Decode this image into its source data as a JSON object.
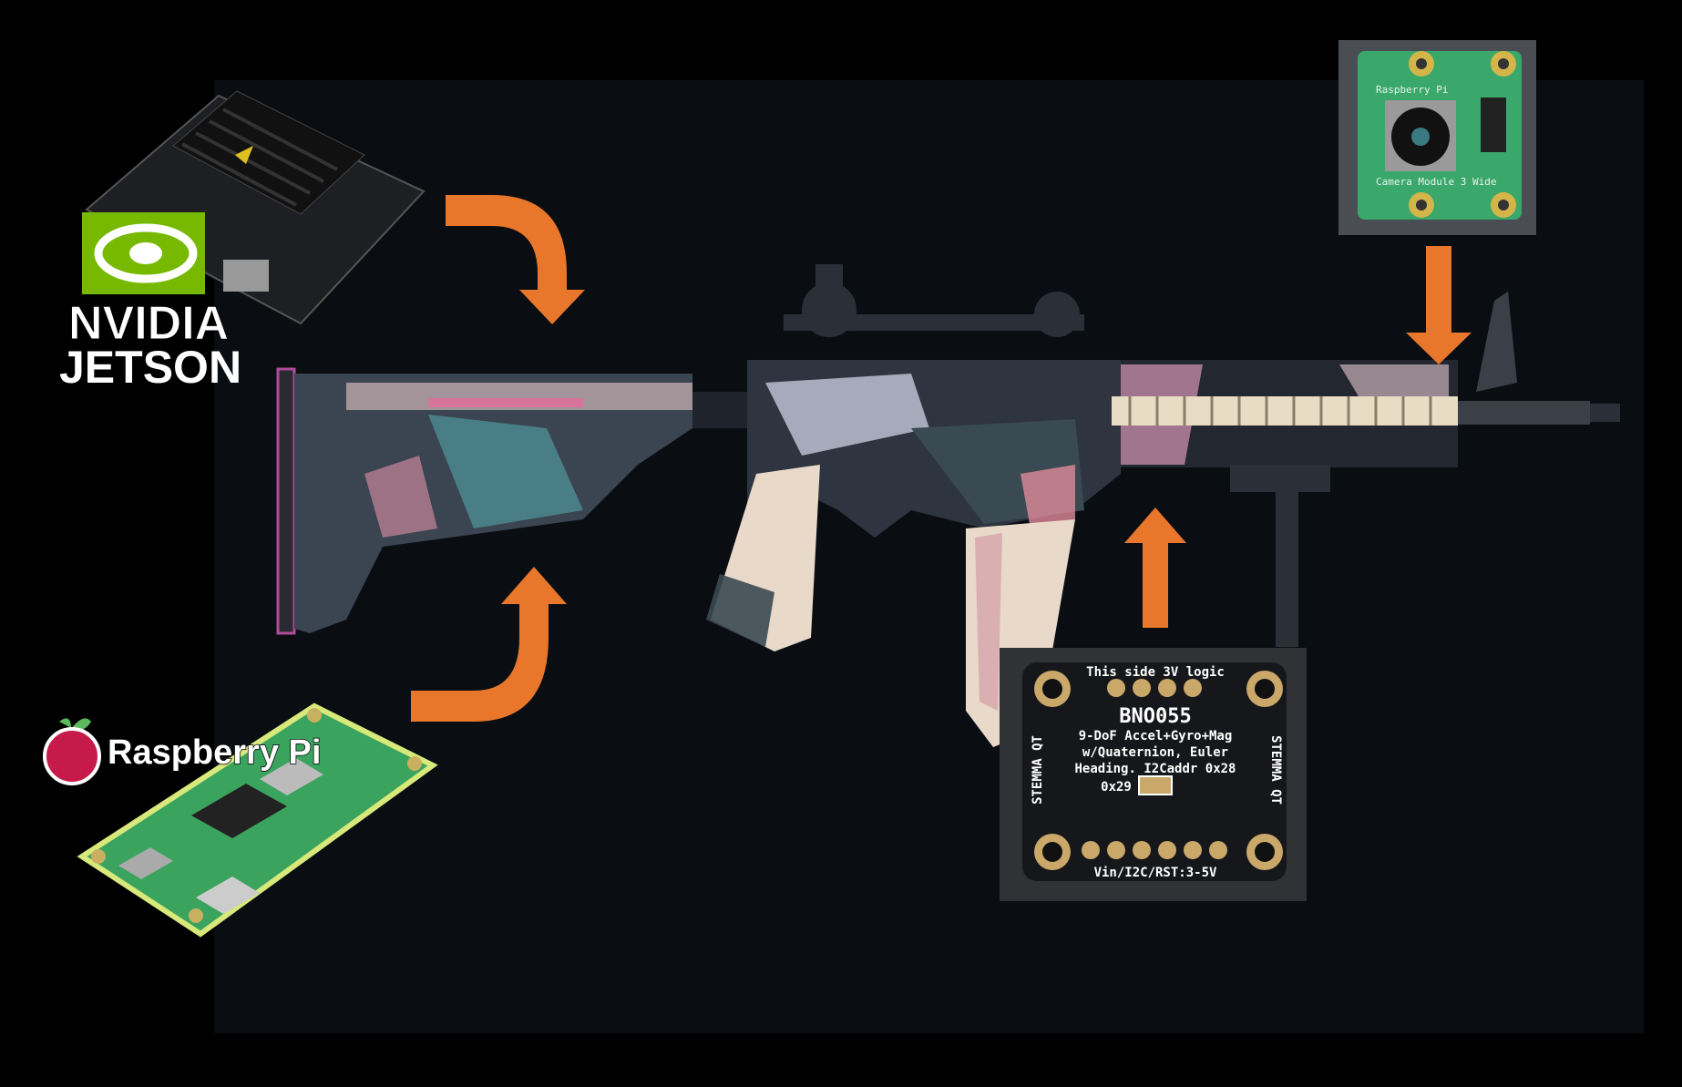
{
  "jetson": {
    "brand": "NVIDIA",
    "product": "JETSON"
  },
  "raspberry_pi": {
    "label": "Raspberry Pi"
  },
  "camera": {
    "brand": "Raspberry Pi",
    "model": "Camera Module 3 Wide"
  },
  "imu": {
    "top_label": "This side 3V logic",
    "chip": "BNO055",
    "line1": "9-DoF Accel+Gyro+Mag",
    "line2": "w/Quaternion, Euler",
    "line3": "Heading. I2Caddr 0x28",
    "alt_addr": "0x29",
    "bottom_label": "Vin/I2C/RST:3-5V",
    "side_label": "STEMMA QT"
  },
  "colors": {
    "arrow": "#e8762b",
    "pcb_green": "#2f9a5a",
    "nvidia_green": "#76b900"
  }
}
